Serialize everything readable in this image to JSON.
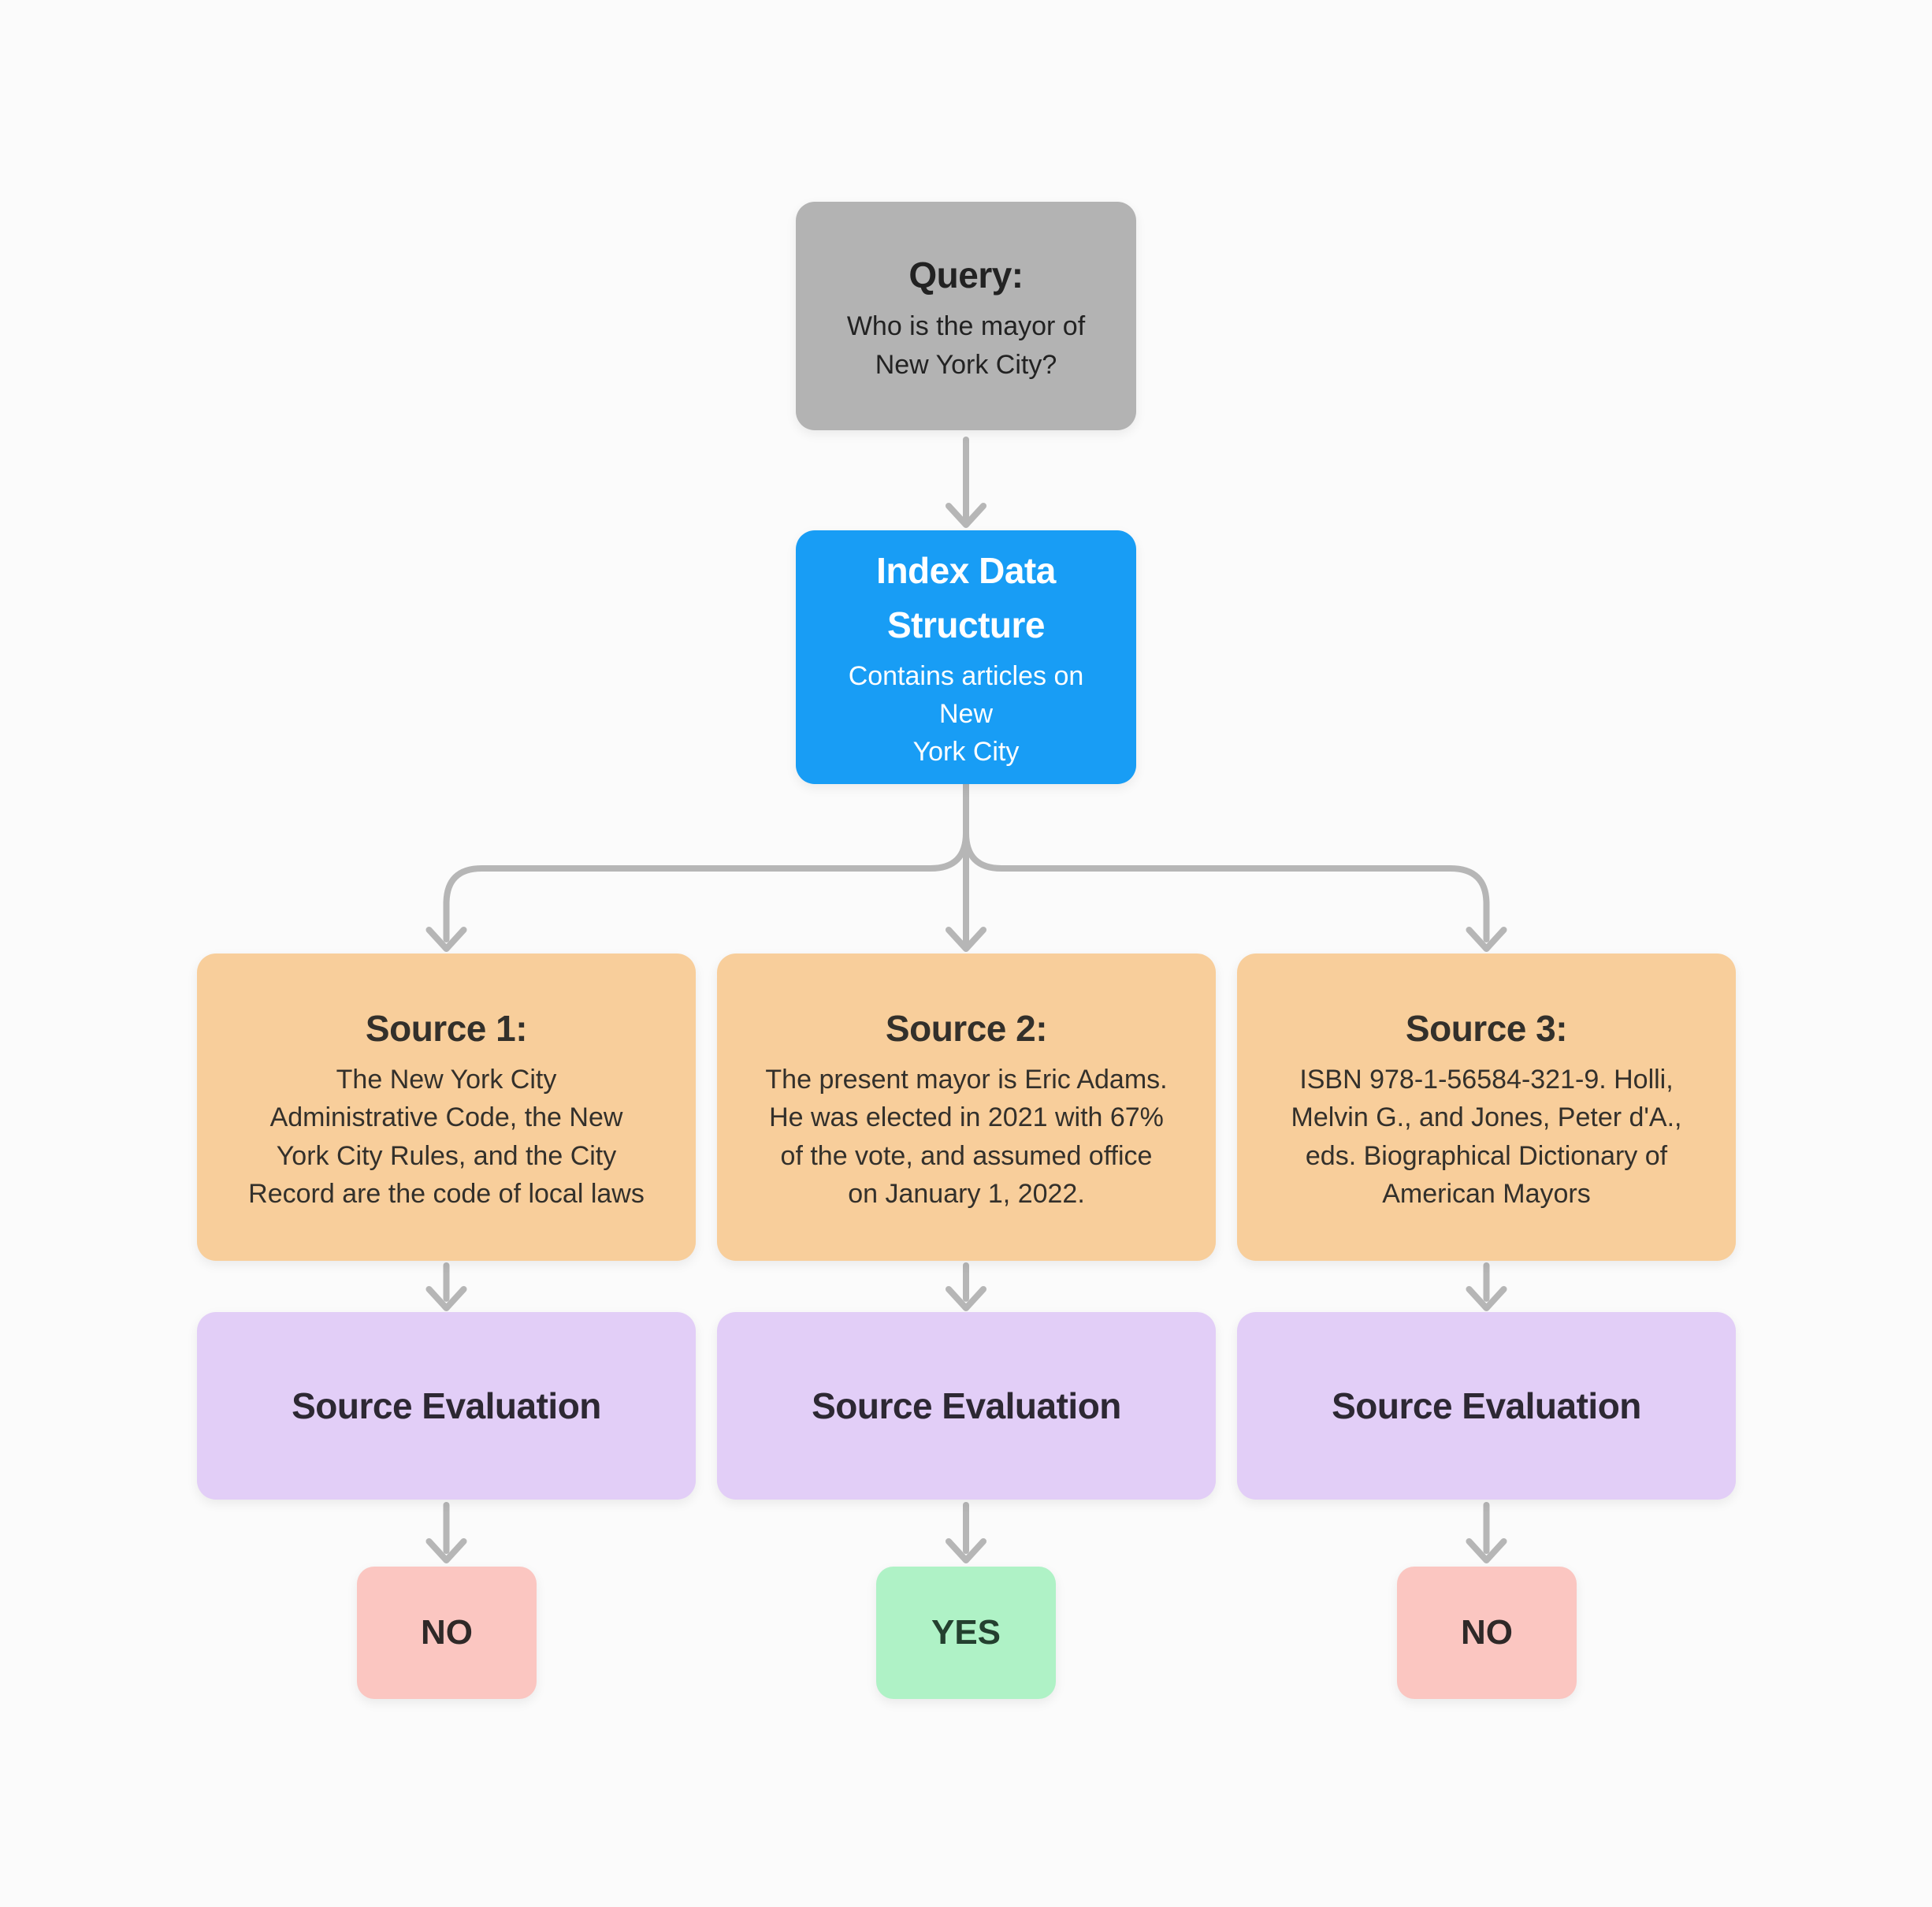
{
  "colors": {
    "background": "#fbfbfb",
    "query_box": "#b3b3b3",
    "query_text": "#222222",
    "index_box": "#189df5",
    "index_text": "#ffffff",
    "source_box": "#f8ce9b",
    "source_text": "#33302b",
    "eval_box": "#e2cef7",
    "eval_text": "#2d2833",
    "no_box": "#fbc6c1",
    "no_text": "#2f2928",
    "yes_box": "#aff2c6",
    "yes_text": "#24402f",
    "arrow": "#b6b6b6"
  },
  "query": {
    "heading": "Query:",
    "body": "Who is the mayor of\nNew York City?"
  },
  "index": {
    "heading": "Index Data\nStructure",
    "body": "Contains articles on New\nYork City"
  },
  "sources": [
    {
      "heading": "Source 1:",
      "body": "The New York City\nAdministrative Code, the New\nYork City Rules, and the City\nRecord are the code of local laws"
    },
    {
      "heading": "Source 2:",
      "body": "The present mayor is Eric Adams.\nHe was elected in 2021 with 67%\nof the vote, and assumed office\non January 1, 2022."
    },
    {
      "heading": "Source 3:",
      "body": "ISBN 978-1-56584-321-9. Holli,\nMelvin G., and Jones, Peter d'A.,\neds. Biographical Dictionary of\nAmerican Mayors"
    }
  ],
  "evaluations": [
    {
      "label": "Source Evaluation"
    },
    {
      "label": "Source Evaluation"
    },
    {
      "label": "Source Evaluation"
    }
  ],
  "results": [
    {
      "label": "NO"
    },
    {
      "label": "YES"
    },
    {
      "label": "NO"
    }
  ]
}
